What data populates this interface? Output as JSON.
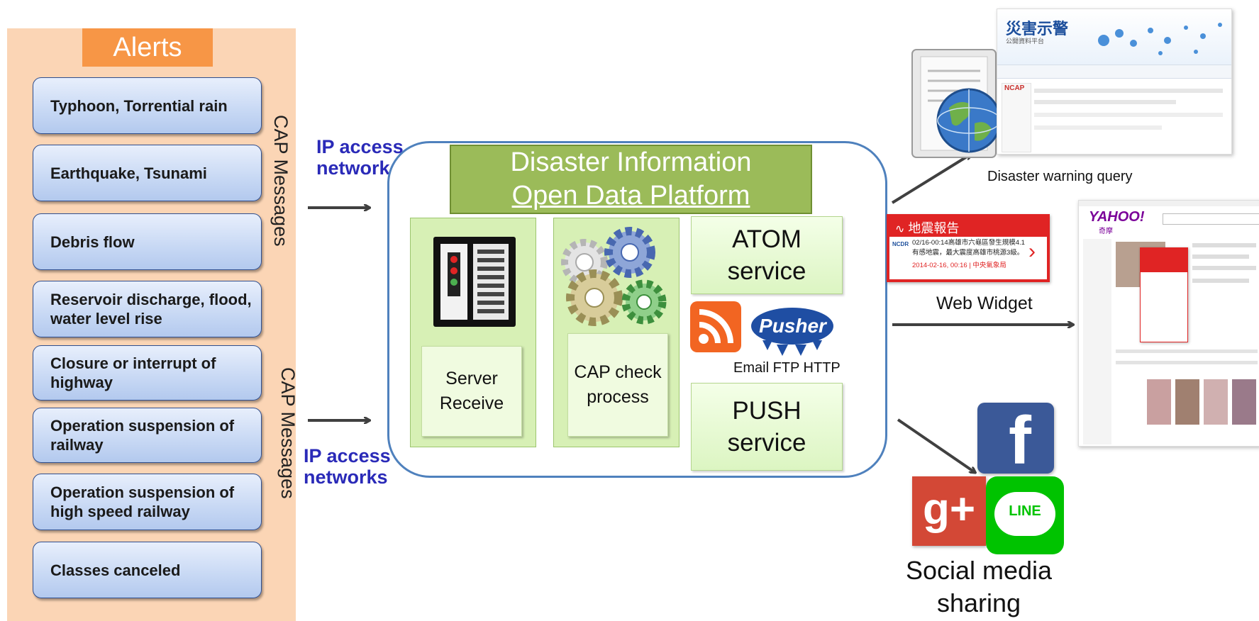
{
  "alerts": {
    "title": "Alerts",
    "items": [
      {
        "label": "Typhoon, Torrential rain"
      },
      {
        "label": "Earthquake, Tsunami"
      },
      {
        "label": "Debris flow"
      },
      {
        "label": "Reservoir discharge, flood, water level rise"
      },
      {
        "label": "Closure or interrupt of highway"
      },
      {
        "label": "Operation suspension of  railway"
      },
      {
        "label": "Operation suspension of high speed railway"
      },
      {
        "label": "Classes canceled"
      }
    ],
    "cap_top": "CAP Messages",
    "cap_bottom": "CAP Messages"
  },
  "network": {
    "top_line1": "IP access",
    "top_line2": "networks",
    "bottom_line1": "IP access",
    "bottom_line2": "networks"
  },
  "platform": {
    "title_line1": "Disaster Information",
    "title_line2": "Open Data Platform",
    "server_label": "Server Receive",
    "cap_check_label": "CAP check process",
    "atom_label": "ATOM service",
    "push_label": "PUSH service",
    "pusher_logo": "Pusher",
    "protocols": "Email FTP HTTP"
  },
  "outputs": {
    "query_caption": "Disaster warning query",
    "widget_caption": "Web Widget",
    "social_line1": "Social media",
    "social_line2": "sharing",
    "widget_title": "地震報告",
    "widget_text": "02/16-00:14高雄市六龜區發生規模4.1有感地震，最大震度高雄市桃源3級。",
    "widget_date": "2014-02-16, 00:16 | 中央氣象局",
    "widget_logo": "NCDR",
    "site_title": "災害示警",
    "site_subtitle": "公開資料平台",
    "site_logo": "NCAP",
    "yahoo_logo": "YAHOO!",
    "yahoo_sub": "奇摩",
    "facebook_letter": "f",
    "gplus_label": "g+",
    "line_label": "LINE"
  },
  "colors": {
    "alerts_panel": "#fbd5b5",
    "alerts_title_bg": "#f79646",
    "alert_item_border": "#2e4e8f",
    "platform_border": "#4f81bd",
    "platform_title_bg": "#9bbb59",
    "green_panel": "#d7f0b5",
    "ip_text": "#2a2ab8",
    "widget_red": "#e02424",
    "facebook": "#3b5998",
    "gplus": "#d34836",
    "line": "#00c300",
    "rss": "#f26522"
  }
}
